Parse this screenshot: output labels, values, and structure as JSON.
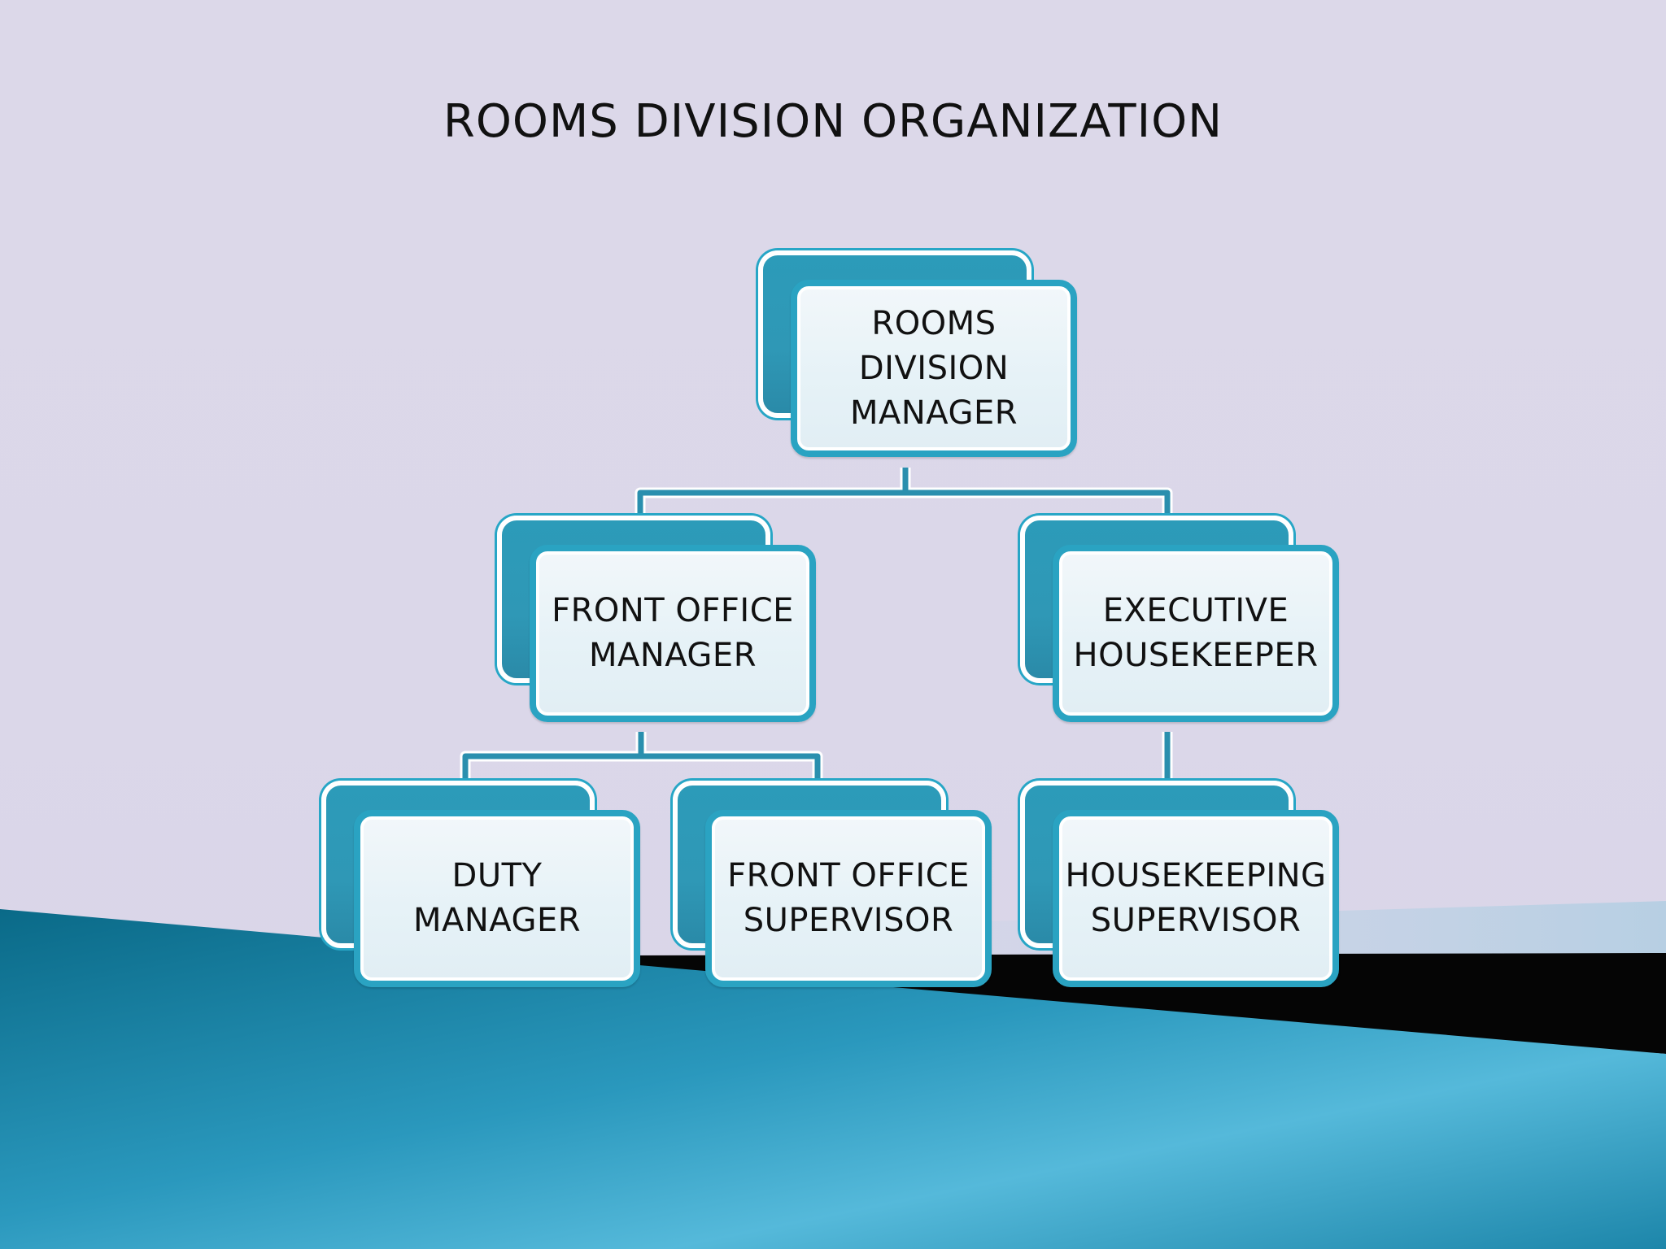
{
  "title": "ROOMS DIVISION ORGANIZATION",
  "colors": {
    "background": "#dbd7e9",
    "box_border": "#2aa3c2",
    "box_back": "#2c9bb9",
    "box_fill": "#e6f2f7",
    "connector": "#2a8fae",
    "wave_dark": "#0c6f8c",
    "wave_light": "#4db6d6"
  },
  "nodes": {
    "rooms_division_manager": {
      "label": "ROOMS\nDIVISION\nMANAGER"
    },
    "front_office_manager": {
      "label": "FRONT OFFICE\nMANAGER"
    },
    "executive_housekeeper": {
      "label": "EXECUTIVE\nHOUSEKEEPER"
    },
    "duty_manager": {
      "label": "DUTY\nMANAGER"
    },
    "front_office_supervisor": {
      "label": "FRONT OFFICE\nSUPERVISOR"
    },
    "housekeeping_supervisor": {
      "label": "HOUSEKEEPING\nSUPERVISOR"
    }
  },
  "edges": [
    {
      "from": "rooms_division_manager",
      "to": "front_office_manager"
    },
    {
      "from": "rooms_division_manager",
      "to": "executive_housekeeper"
    },
    {
      "from": "front_office_manager",
      "to": "duty_manager"
    },
    {
      "from": "front_office_manager",
      "to": "front_office_supervisor"
    },
    {
      "from": "executive_housekeeper",
      "to": "housekeeping_supervisor"
    }
  ]
}
